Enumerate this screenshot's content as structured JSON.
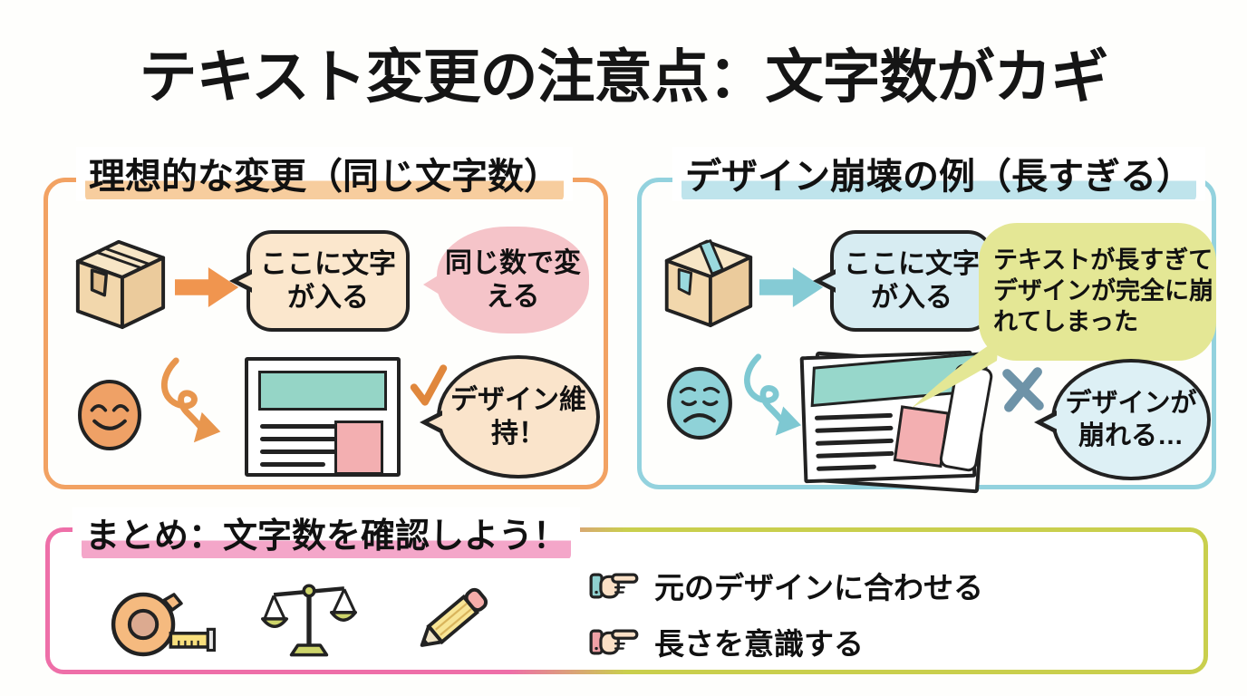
{
  "title": "テキスト変更の注意点：文字数がカギ",
  "ideal_panel": {
    "heading": "理想的な変更（同じ文字数）",
    "placeholder_bubble": "ここに文字が入る",
    "instruction_bubble": "同じ数で変える",
    "result_bubble": "デザイン維持！"
  },
  "broken_panel": {
    "heading": "デザイン崩壊の例（長すぎる）",
    "placeholder_bubble": "ここに文字が入る",
    "instruction_bubble": "テキストが長すぎてデザインが完全に崩れてしまった",
    "result_bubble": "デザインが崩れる…"
  },
  "summary_panel": {
    "heading": "まとめ：文字数を確認しよう！",
    "points": [
      "元のデザインに合わせる",
      "長さを意識する"
    ]
  },
  "colors": {
    "ideal_border": "#F2A263",
    "ideal_highlight": "#F7CD9E",
    "broken_border": "#93D2DE",
    "broken_highlight": "#BFE4EC",
    "summary_highlight": "#F4A6C9",
    "summary_border_left": "#EE6FA8",
    "summary_border_right": "#C9CF4D",
    "orange_accent": "#F0954F",
    "teal_accent": "#85CBD5",
    "check_mark": "#E0873C",
    "cross_mark": "#6E93A8"
  }
}
